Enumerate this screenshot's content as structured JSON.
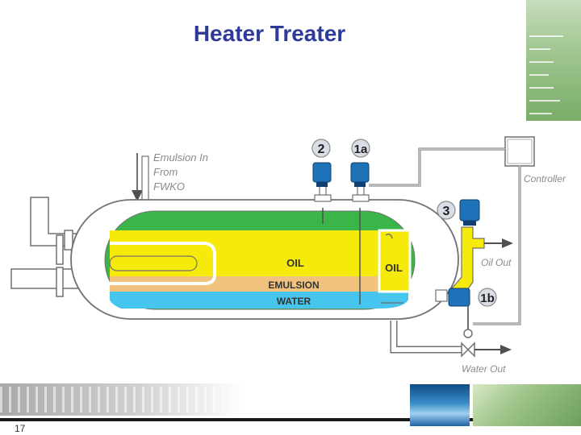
{
  "slide": {
    "title": "Heater Treater",
    "number": "17"
  },
  "diagram": {
    "labels": {
      "emulsion_in": [
        "Emulsion In",
        "From",
        "FWKO"
      ],
      "controller": "Controller",
      "oil_out": "Oil Out",
      "water_out": "Water Out"
    },
    "zones": {
      "oil": "OIL",
      "oil_chamber": "OIL",
      "emulsion": "EMULSION",
      "water": "WATER"
    },
    "instruments": {
      "i2": "2",
      "i1a": "1a",
      "i3": "3",
      "i1b": "1b"
    }
  },
  "colors": {
    "oil": "#f5ea0a",
    "emulsion": "#f0c27e",
    "water": "#46c6ee",
    "vessel_interior": "#3bb54a",
    "vessel_shell": "#ffffff",
    "outline": "#707070",
    "instrument": "#1e72b8",
    "label_text": "#8a8a8a",
    "title": "#2e3a9a"
  }
}
